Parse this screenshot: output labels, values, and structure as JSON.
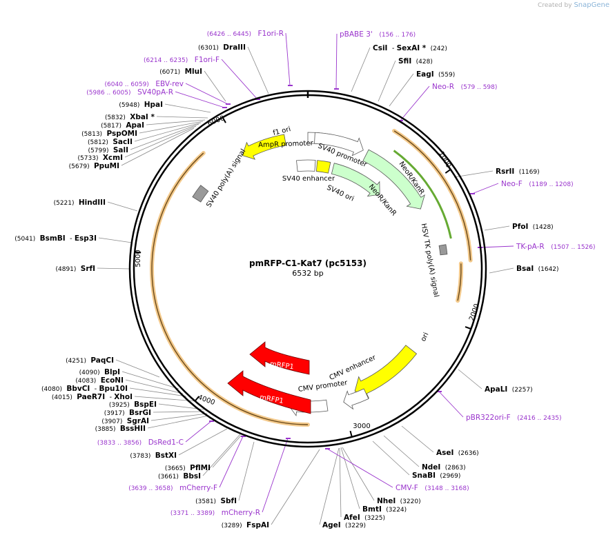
{
  "header": {
    "created_by": "Created by",
    "brand": "SnapGene"
  },
  "plasmid": {
    "name": "pmRFP-C1-Kat7 (pc5153)",
    "length_label": "6532 bp",
    "length": 6532
  },
  "ticks": [
    {
      "pos": 1000,
      "label": "1000"
    },
    {
      "pos": 2000,
      "label": "2000"
    },
    {
      "pos": 3000,
      "label": "3000"
    },
    {
      "pos": 4000,
      "label": "4000"
    },
    {
      "pos": 5000,
      "label": "5000"
    },
    {
      "pos": 6000,
      "label": "6000"
    }
  ],
  "enzymes": [
    {
      "name": "CsiI",
      "name2": "SexAI *",
      "pos_label": "(242)"
    },
    {
      "name": "SfiI",
      "pos_label": "(428)"
    },
    {
      "name": "EagI",
      "pos_label": "(559)"
    },
    {
      "name": "RsrII",
      "pos_label": "(1169)"
    },
    {
      "name": "PfoI",
      "pos_label": "(1428)"
    },
    {
      "name": "BsaI",
      "pos_label": "(1642)"
    },
    {
      "name": "ApaLI",
      "pos_label": "(2257)"
    },
    {
      "name": "AseI",
      "pos_label": "(2636)"
    },
    {
      "name": "NdeI",
      "pos_label": "(2863)"
    },
    {
      "name": "SnaBI",
      "pos_label": "(2969)"
    },
    {
      "name": "NheI",
      "pos_label": "(3220)"
    },
    {
      "name": "BmtI",
      "pos_label": "(3224)"
    },
    {
      "name": "AfeI",
      "pos_label": "(3225)"
    },
    {
      "name": "AgeI",
      "pos_label": "(3229)"
    },
    {
      "name": "FspAI",
      "pos_label": "(3289)"
    },
    {
      "name": "SbfI",
      "pos_label": "(3581)"
    },
    {
      "name": "BbsI",
      "pos_label": "(3661)"
    },
    {
      "name": "PflMI",
      "pos_label": "(3665)"
    },
    {
      "name": "BstXI",
      "pos_label": "(3783)"
    },
    {
      "name": "BssHII",
      "pos_label": "(3885)"
    },
    {
      "name": "SgrAI",
      "pos_label": "(3907)"
    },
    {
      "name": "BsrGI",
      "pos_label": "(3917)"
    },
    {
      "name": "BspEI",
      "pos_label": "(3925)"
    },
    {
      "name": "PaeR7I",
      "name2": "XhoI",
      "pos_label": "(4015)"
    },
    {
      "name": "BbvCI",
      "name2": "Bpu10I",
      "pos_label": "(4080)"
    },
    {
      "name": "EcoNI",
      "pos_label": "(4083)"
    },
    {
      "name": "BlpI",
      "pos_label": "(4090)"
    },
    {
      "name": "PaqCI",
      "pos_label": "(4251)"
    },
    {
      "name": "SrfI",
      "pos_label": "(4891)"
    },
    {
      "name": "BsmBI",
      "name2": "Esp3I",
      "pos_label": "(5041)"
    },
    {
      "name": "HindIII",
      "pos_label": "(5221)"
    },
    {
      "name": "PpuMI",
      "pos_label": "(5679)"
    },
    {
      "name": "XcmI",
      "pos_label": "(5733)"
    },
    {
      "name": "SalI",
      "pos_label": "(5799)"
    },
    {
      "name": "SacII",
      "pos_label": "(5812)"
    },
    {
      "name": "PspOMI",
      "pos_label": "(5813)"
    },
    {
      "name": "ApaI",
      "pos_label": "(5817)"
    },
    {
      "name": "XbaI *",
      "pos_label": "(5832)"
    },
    {
      "name": "HpaI",
      "pos_label": "(5948)"
    },
    {
      "name": "MluI",
      "pos_label": "(6071)"
    },
    {
      "name": "DraIII",
      "pos_label": "(6301)"
    }
  ],
  "primers": [
    {
      "name": "pBABE 3'",
      "range": "(156 .. 176)"
    },
    {
      "name": "Neo-R",
      "range": "(579 .. 598)"
    },
    {
      "name": "Neo-F",
      "range": "(1189 .. 1208)"
    },
    {
      "name": "TK-pA-R",
      "range": "(1507 .. 1526)"
    },
    {
      "name": "pBR322ori-F",
      "range": "(2416 .. 2435)"
    },
    {
      "name": "CMV-F",
      "range": "(3148 .. 3168)"
    },
    {
      "name": "mCherry-R",
      "range": "(3371 .. 3389)"
    },
    {
      "name": "mCherry-F",
      "range": "(3639 .. 3658)"
    },
    {
      "name": "DsRed1-C",
      "range": "(3833 .. 3856)"
    },
    {
      "name": "SV40pA-R",
      "range": "(5986 .. 6005)"
    },
    {
      "name": "EBV-rev",
      "range": "(6040 .. 6059)"
    },
    {
      "name": "F1ori-F",
      "range": "(6214 .. 6235)"
    },
    {
      "name": "F1ori-R",
      "range": "(6426 .. 6445)"
    }
  ],
  "features": [
    {
      "name": "f1 ori",
      "color": "#ffff00"
    },
    {
      "name": "AmpR promoter",
      "color": "#ffffff"
    },
    {
      "name": "SV40 promoter",
      "color": "#ffffff"
    },
    {
      "name": "NeoR/KanR",
      "color": "#ccffcc"
    },
    {
      "name": "NeoR/KanR",
      "color": "#ccffcc"
    },
    {
      "name": "SV40 enhancer",
      "color": "#ffffff"
    },
    {
      "name": "SV40 ori",
      "color": "#ffff00"
    },
    {
      "name": "HSV TK poly(A) signal",
      "color": "#999999"
    },
    {
      "name": "SV40 poly(A) signal",
      "color": "#999999"
    },
    {
      "name": "ori",
      "color": "#ffff00"
    },
    {
      "name": "CMV enhancer",
      "color": "#ffffff"
    },
    {
      "name": "CMV promoter",
      "color": "#ffffff"
    },
    {
      "name": "mRFP1",
      "color": "#ff0000"
    },
    {
      "name": "mRFP1",
      "color": "#ff0000"
    }
  ],
  "colors": {
    "primer": "#9933cc",
    "enzyme": "#000000",
    "orf": "#f3c98b",
    "orf_line": "#6b4a1a",
    "neo_orf": "#66aa33"
  }
}
